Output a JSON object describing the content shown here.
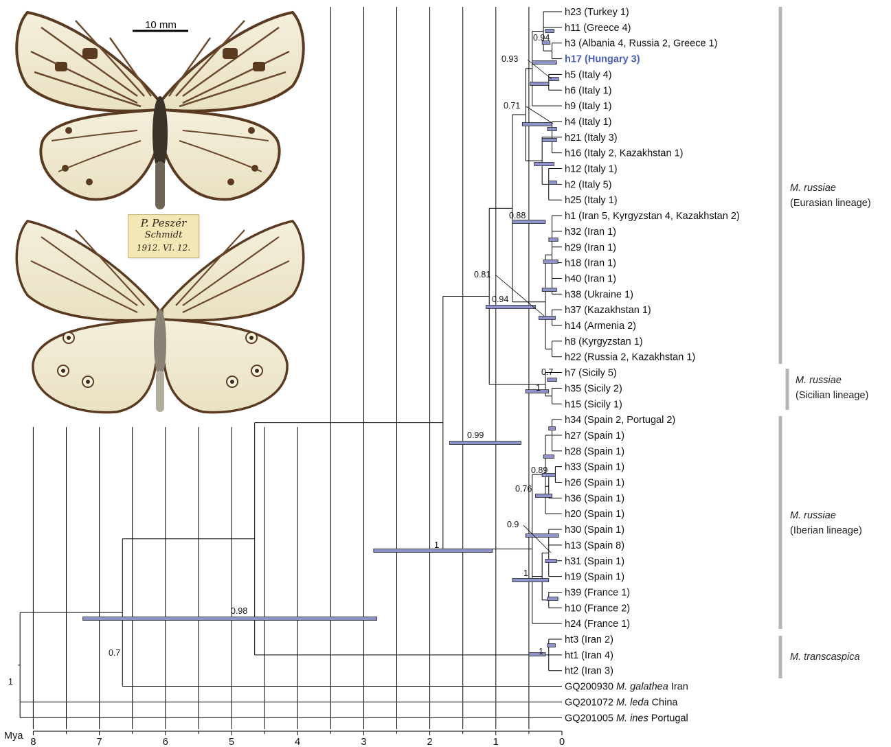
{
  "scale_bar_label": "10 mm",
  "specimen_label": [
    "P. Peszér",
    "Schmidt",
    "1912. VI. 12."
  ],
  "axis": {
    "unit_label": "Mya",
    "ticks": [
      "8",
      "7",
      "6",
      "5",
      "4",
      "3",
      "2",
      "1",
      "0"
    ]
  },
  "highlight_color": "#4a5fb5",
  "bar_color": "#8e93c9",
  "leaves": [
    {
      "id": "h23",
      "text": "h23 (Turkey 1)"
    },
    {
      "id": "h11",
      "text": "h11 (Greece 4)"
    },
    {
      "id": "h3",
      "text": "h3 (Albania 4, Russia 2, Greece 1)"
    },
    {
      "id": "h17",
      "text": "h17 (Hungary 3)",
      "highlight": true
    },
    {
      "id": "h5",
      "text": "h5 (Italy 4)"
    },
    {
      "id": "h6",
      "text": "h6 (Italy 1)"
    },
    {
      "id": "h9",
      "text": "h9 (Italy 1)"
    },
    {
      "id": "h4",
      "text": "h4 (Italy 1)"
    },
    {
      "id": "h21",
      "text": "h21 (Italy 3)"
    },
    {
      "id": "h16",
      "text": "h16 (Italy 2, Kazakhstan 1)"
    },
    {
      "id": "h12",
      "text": "h12 (Italy 1)"
    },
    {
      "id": "h2",
      "text": "h2 (Italy 5)"
    },
    {
      "id": "h25",
      "text": "h25 (Italy 1)"
    },
    {
      "id": "h1",
      "text": "h1 (Iran 5, Kyrgyzstan 4, Kazakhstan 2)"
    },
    {
      "id": "h32",
      "text": "h32 (Iran 1)"
    },
    {
      "id": "h29",
      "text": "h29 (Iran 1)"
    },
    {
      "id": "h18",
      "text": "h18 (Iran 1)"
    },
    {
      "id": "h40",
      "text": "h40 (Iran 1)"
    },
    {
      "id": "h38",
      "text": "h38 (Ukraine 1)"
    },
    {
      "id": "h37",
      "text": "h37 (Kazakhstan 1)"
    },
    {
      "id": "h14",
      "text": "h14 (Armenia 2)"
    },
    {
      "id": "h8",
      "text": "h8 (Kyrgyzstan 1)"
    },
    {
      "id": "h22",
      "text": "h22 (Russia 2, Kazakhstan 1)"
    },
    {
      "id": "h7",
      "text": "h7 (Sicily 5)"
    },
    {
      "id": "h35",
      "text": "h35 (Sicily 2)"
    },
    {
      "id": "h15",
      "text": "h15 (Sicily 1)"
    },
    {
      "id": "h34",
      "text": "h34 (Spain 2, Portugal 2)"
    },
    {
      "id": "h27",
      "text": "h27 (Spain 1)"
    },
    {
      "id": "h28",
      "text": "h28 (Spain 1)"
    },
    {
      "id": "h33",
      "text": "h33 (Spain 1)"
    },
    {
      "id": "h26",
      "text": "h26 (Spain 1)"
    },
    {
      "id": "h36",
      "text": "h36 (Spain 1)"
    },
    {
      "id": "h20",
      "text": "h20 (Spain 1)"
    },
    {
      "id": "h30",
      "text": "h30 (Spain 1)"
    },
    {
      "id": "h13",
      "text": "h13 (Spain 8)"
    },
    {
      "id": "h31",
      "text": "h31 (Spain 1)"
    },
    {
      "id": "h19",
      "text": "h19 (Spain 1)"
    },
    {
      "id": "h39",
      "text": "h39 (France 1)"
    },
    {
      "id": "h10",
      "text": "h10 (France 2)"
    },
    {
      "id": "h24",
      "text": "h24 (France 1)"
    },
    {
      "id": "ht3",
      "text": "ht3 (Iran 2)"
    },
    {
      "id": "ht1",
      "text": "ht1 (Iran 4)"
    },
    {
      "id": "ht2",
      "text": "ht2 (Iran 3)"
    },
    {
      "id": "gal",
      "parts": [
        "GQ200930 ",
        "M. galathea",
        " Iran"
      ]
    },
    {
      "id": "led",
      "parts": [
        "GQ201072 ",
        "M. leda",
        " China"
      ]
    },
    {
      "id": "ine",
      "parts": [
        "GQ201005 ",
        "M. ines",
        " Portugal"
      ]
    }
  ],
  "clades": [
    {
      "id": "eurasian",
      "species": "M. russiae",
      "lineage": "(Eurasian lineage)"
    },
    {
      "id": "sicilian",
      "species": "M. russiae",
      "lineage": "(Sicilian lineage)"
    },
    {
      "id": "iberian",
      "species": "M. russiae",
      "lineage": "(Iberian lineage)"
    },
    {
      "id": "transcaspica",
      "species": "M. transcaspica",
      "lineage": ""
    }
  ],
  "support_values": [
    {
      "node": "h3-group",
      "value": "0.94"
    },
    {
      "node": "italy-h5h6",
      "value": "0.93"
    },
    {
      "node": "italy-h4",
      "value": "0.71"
    },
    {
      "node": "eurasian-sicilian",
      "value": "0.88"
    },
    {
      "node": "eurasian-core",
      "value": "0.81"
    },
    {
      "node": "russiae-west",
      "value": "0.94"
    },
    {
      "node": "sicily-h7",
      "value": "0.7"
    },
    {
      "node": "sicily-h35",
      "value": "1"
    },
    {
      "node": "russiae",
      "value": "0.99"
    },
    {
      "node": "spain-h33",
      "value": "0.89"
    },
    {
      "node": "spain-h36",
      "value": "0.76"
    },
    {
      "node": "spain-h30",
      "value": "0.9"
    },
    {
      "node": "iberian",
      "value": "1"
    },
    {
      "node": "transcaspica",
      "value": "1"
    },
    {
      "node": "russiae-transcaspica",
      "value": "1"
    },
    {
      "node": "galathea",
      "value": "0.98"
    },
    {
      "node": "leda",
      "value": "0.7"
    },
    {
      "node": "root",
      "value": "1"
    }
  ]
}
